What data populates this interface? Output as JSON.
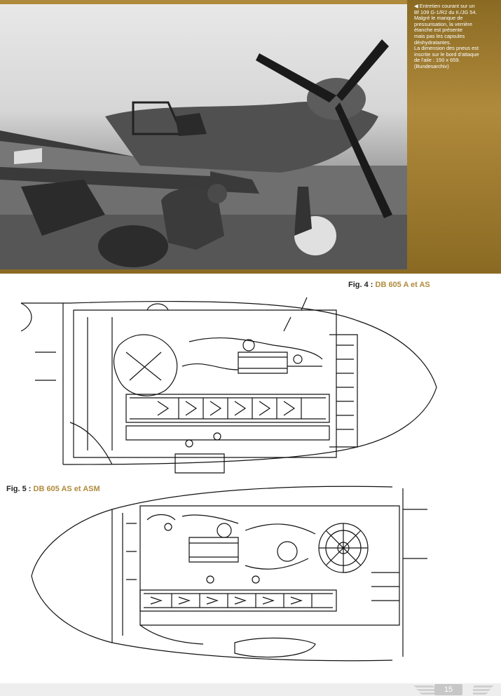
{
  "photo": {
    "caption": "◀ Entretien courant sur un\nBf 109 G-1/R2 du II./JG 54.\nMalgré le manque de\npressurisation, la verrière\nétanche est présente\nmais pas les capsules\ndéshydratantes.\nLa dimension des pneus est\ninscrite sur le bord d'attaque\nde l'aile : 150 x 659.\n(Bundesarchiv)"
  },
  "figures": [
    {
      "number": "Fig. 4 : ",
      "title": "DB 605 A et AS"
    },
    {
      "number": "Fig. 5 : ",
      "title": "DB 605 AS et ASM"
    }
  ],
  "page": {
    "number": "15"
  },
  "colors": {
    "accent": "#b08a3c",
    "accent_dark": "#8a6a22"
  }
}
